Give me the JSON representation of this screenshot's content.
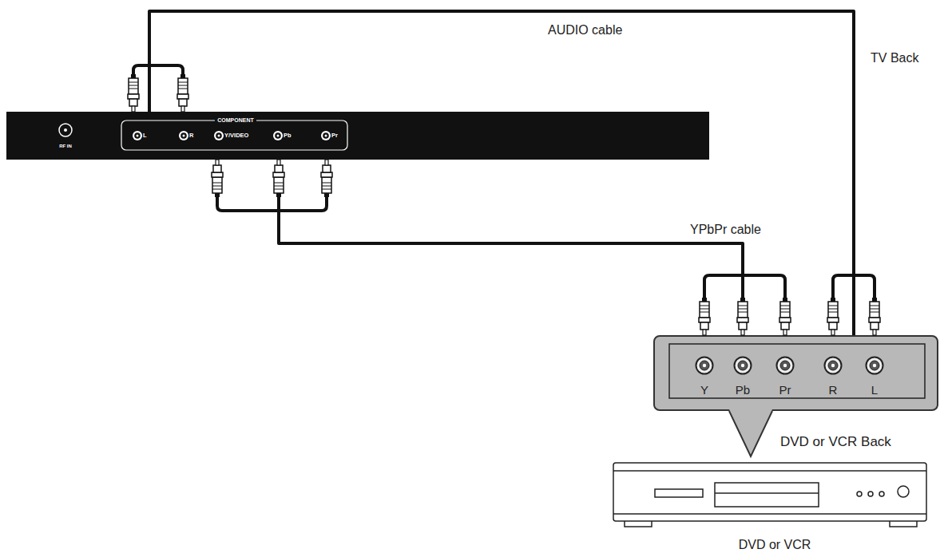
{
  "diagram": {
    "nodes": [
      {
        "text": [
          "RF IN",
          "COMPONENT",
          "L",
          "R",
          "Y/VIDEO",
          "Pb",
          "Pr"
        ]
      },
      {
        "text": [
          "Y",
          "Pb",
          "Pr",
          "R",
          "L"
        ]
      }
    ],
    "edges": [
      {
        "from": 1,
        "to": 0,
        "arrow": "none",
        "label": "AUDIO cable"
      },
      {
        "from": 1,
        "to": 0,
        "arrow": "none",
        "label": "YPbPr cable"
      }
    ],
    "labels": [
      "TV Back",
      "DVD or VCR Back",
      "DVD or VCR"
    ]
  }
}
